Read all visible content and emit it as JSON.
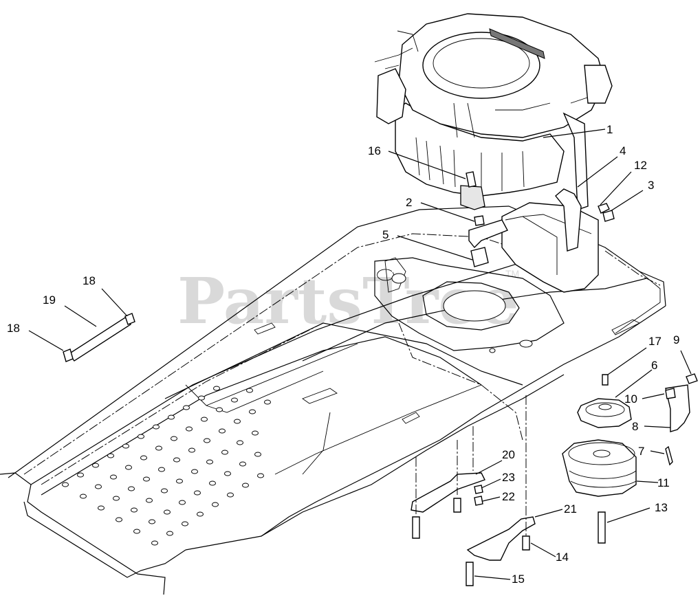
{
  "watermark": {
    "text": "PartsTree",
    "tm": "TM"
  },
  "callouts": [
    {
      "id": "c1",
      "label": "1"
    },
    {
      "id": "c16",
      "label": "16"
    },
    {
      "id": "c4",
      "label": "4"
    },
    {
      "id": "c12",
      "label": "12"
    },
    {
      "id": "c3",
      "label": "3"
    },
    {
      "id": "c2",
      "label": "2"
    },
    {
      "id": "c5",
      "label": "5"
    },
    {
      "id": "c18a",
      "label": "18"
    },
    {
      "id": "c19",
      "label": "19"
    },
    {
      "id": "c18b",
      "label": "18"
    },
    {
      "id": "c17",
      "label": "17"
    },
    {
      "id": "c9",
      "label": "9"
    },
    {
      "id": "c6",
      "label": "6"
    },
    {
      "id": "c10",
      "label": "10"
    },
    {
      "id": "c8",
      "label": "8"
    },
    {
      "id": "c7",
      "label": "7"
    },
    {
      "id": "c20",
      "label": "20"
    },
    {
      "id": "c23",
      "label": "23"
    },
    {
      "id": "c22",
      "label": "22"
    },
    {
      "id": "c11",
      "label": "11"
    },
    {
      "id": "c21",
      "label": "21"
    },
    {
      "id": "c13",
      "label": "13"
    },
    {
      "id": "c14",
      "label": "14"
    },
    {
      "id": "c15",
      "label": "15"
    }
  ]
}
